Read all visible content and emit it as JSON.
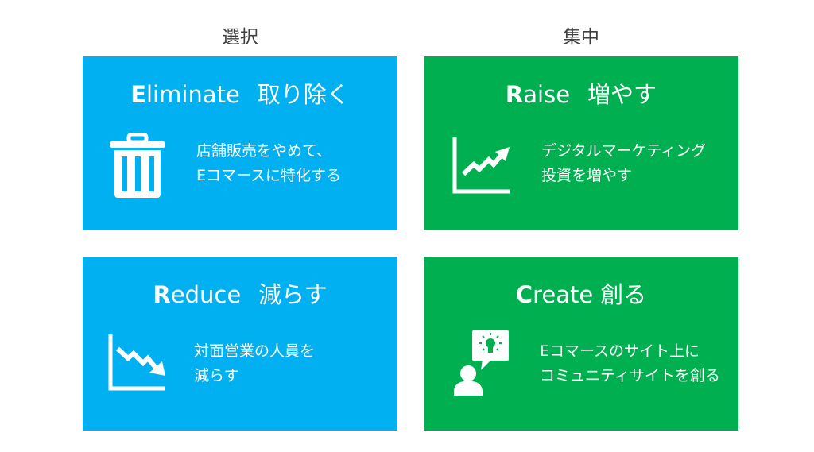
{
  "columns": {
    "left": {
      "label": "選択"
    },
    "right": {
      "label": "集中"
    }
  },
  "colors": {
    "left_panels": "#00b0f0",
    "right_panels": "#00b050",
    "header_text": "#404040",
    "panel_text": "#ffffff"
  },
  "panels": {
    "eliminate": {
      "initial": "E",
      "rest": "liminate",
      "jp": "取り除く",
      "icon": "trash-can-icon",
      "desc_line1": "店舗販売をやめて、",
      "desc_line2": "Eコマースに特化する"
    },
    "raise": {
      "initial": "R",
      "rest": "aise",
      "jp": "増やす",
      "icon": "trending-up-chart-icon",
      "desc_line1": "デジタルマーケティング",
      "desc_line2": "投資を増やす"
    },
    "reduce": {
      "initial": "R",
      "rest": "educe",
      "jp": "減らす",
      "icon": "trending-down-chart-icon",
      "desc_line1": "対面営業の人員を",
      "desc_line2": "減らす"
    },
    "create": {
      "initial": "C",
      "rest": "reate",
      "jp": "創る",
      "icon": "person-idea-bubble-icon",
      "desc_line1": "Eコマースのサイト上に",
      "desc_line2": "コミュニティサイトを創る"
    }
  }
}
